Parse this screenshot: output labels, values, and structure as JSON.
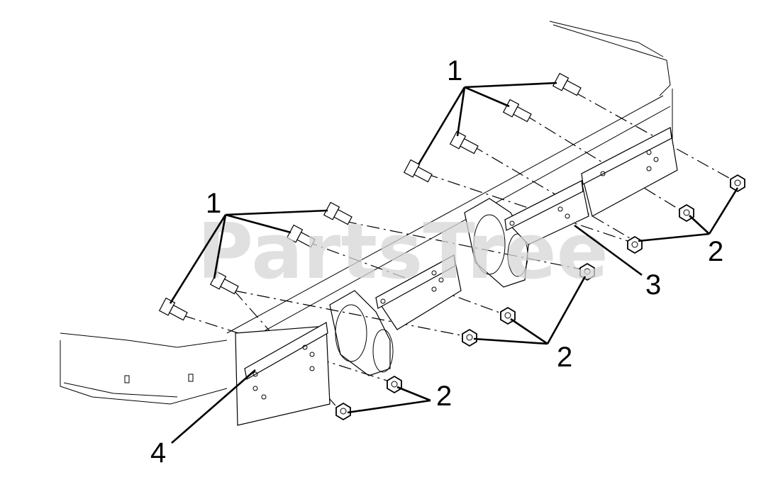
{
  "watermark": {
    "text": "PartsTree",
    "is_logo": true
  },
  "callouts": [
    {
      "id": "c1a",
      "label": "1"
    },
    {
      "id": "c1b",
      "label": "1"
    },
    {
      "id": "c2a",
      "label": "2"
    },
    {
      "id": "c2b",
      "label": "2"
    },
    {
      "id": "c2c",
      "label": "2"
    },
    {
      "id": "c3",
      "label": "3"
    },
    {
      "id": "c4",
      "label": "4"
    }
  ],
  "colors": {
    "line": "#000000",
    "background": "#ffffff",
    "watermark": "#d6d6d6"
  }
}
